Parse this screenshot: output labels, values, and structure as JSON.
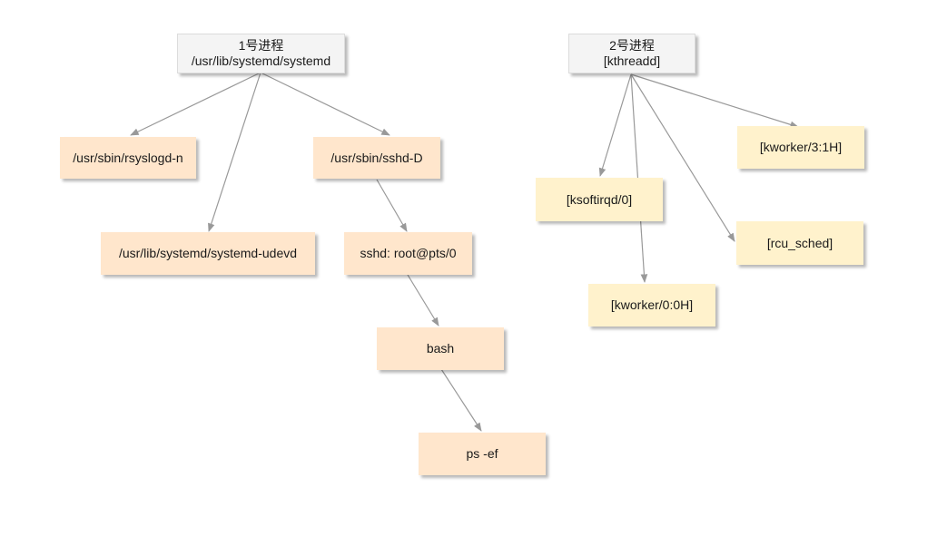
{
  "nodes": {
    "p1": {
      "line1": "1号进程",
      "line2": "/usr/lib/systemd/systemd"
    },
    "p2": {
      "line1": "2号进程",
      "line2": "[kthreadd]"
    },
    "rsyslogd": "/usr/sbin/rsyslogd-n",
    "udevd": "/usr/lib/systemd/systemd-udevd",
    "sshd": "/usr/sbin/sshd-D",
    "sshd_session": "sshd: root@pts/0",
    "bash": "bash",
    "ps": "ps -ef",
    "ksoftirqd": "[ksoftirqd/0]",
    "kworker00": "[kworker/0:0H]",
    "kworker31": "[kworker/3:1H]",
    "rcu": "[rcu_sched]"
  },
  "colors": {
    "root_fill": "#f4f4f4",
    "tree1_fill": "#ffe6cc",
    "tree2_fill": "#fff2cc",
    "edge": "#999999"
  }
}
